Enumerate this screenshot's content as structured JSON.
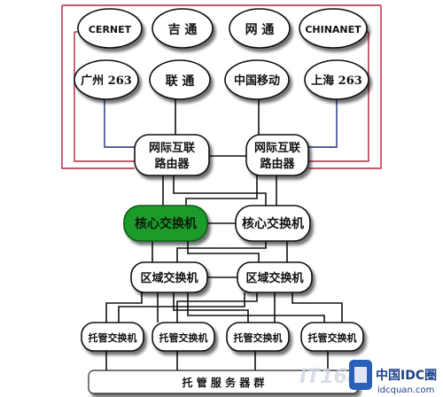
{
  "isp_nodes": [
    {
      "label": "CERNET"
    },
    {
      "label": "吉 通"
    },
    {
      "label": "网 通"
    },
    {
      "label": "CHINANET"
    },
    {
      "label": "广州 263"
    },
    {
      "label": "联 通"
    },
    {
      "label": "中国移动"
    },
    {
      "label": "上海 263"
    }
  ],
  "routers": [
    {
      "line1": "网际互联",
      "line2": "路由器"
    },
    {
      "line1": "网际互联",
      "line2": "路由器"
    }
  ],
  "core_switches": [
    {
      "label": "核心交换机",
      "highlight_color": "#1f9a2c"
    },
    {
      "label": "核心交换机"
    }
  ],
  "regional_switches": [
    {
      "label": "区域交换机"
    },
    {
      "label": "区域交换机"
    }
  ],
  "hosting_switches": [
    {
      "label": "托管交换机"
    },
    {
      "label": "托管交换机"
    },
    {
      "label": "托管交换机"
    },
    {
      "label": "托管交换机"
    }
  ],
  "server_group": {
    "label": "托 管 服 务 器 群"
  },
  "colors": {
    "red_link": "#b0243c",
    "blue_link": "#1c2f7a",
    "black_link": "#111111"
  },
  "watermark": {
    "brand": "中国IDC圈",
    "domain": "idcquan.com",
    "logo_text": "IT168"
  }
}
